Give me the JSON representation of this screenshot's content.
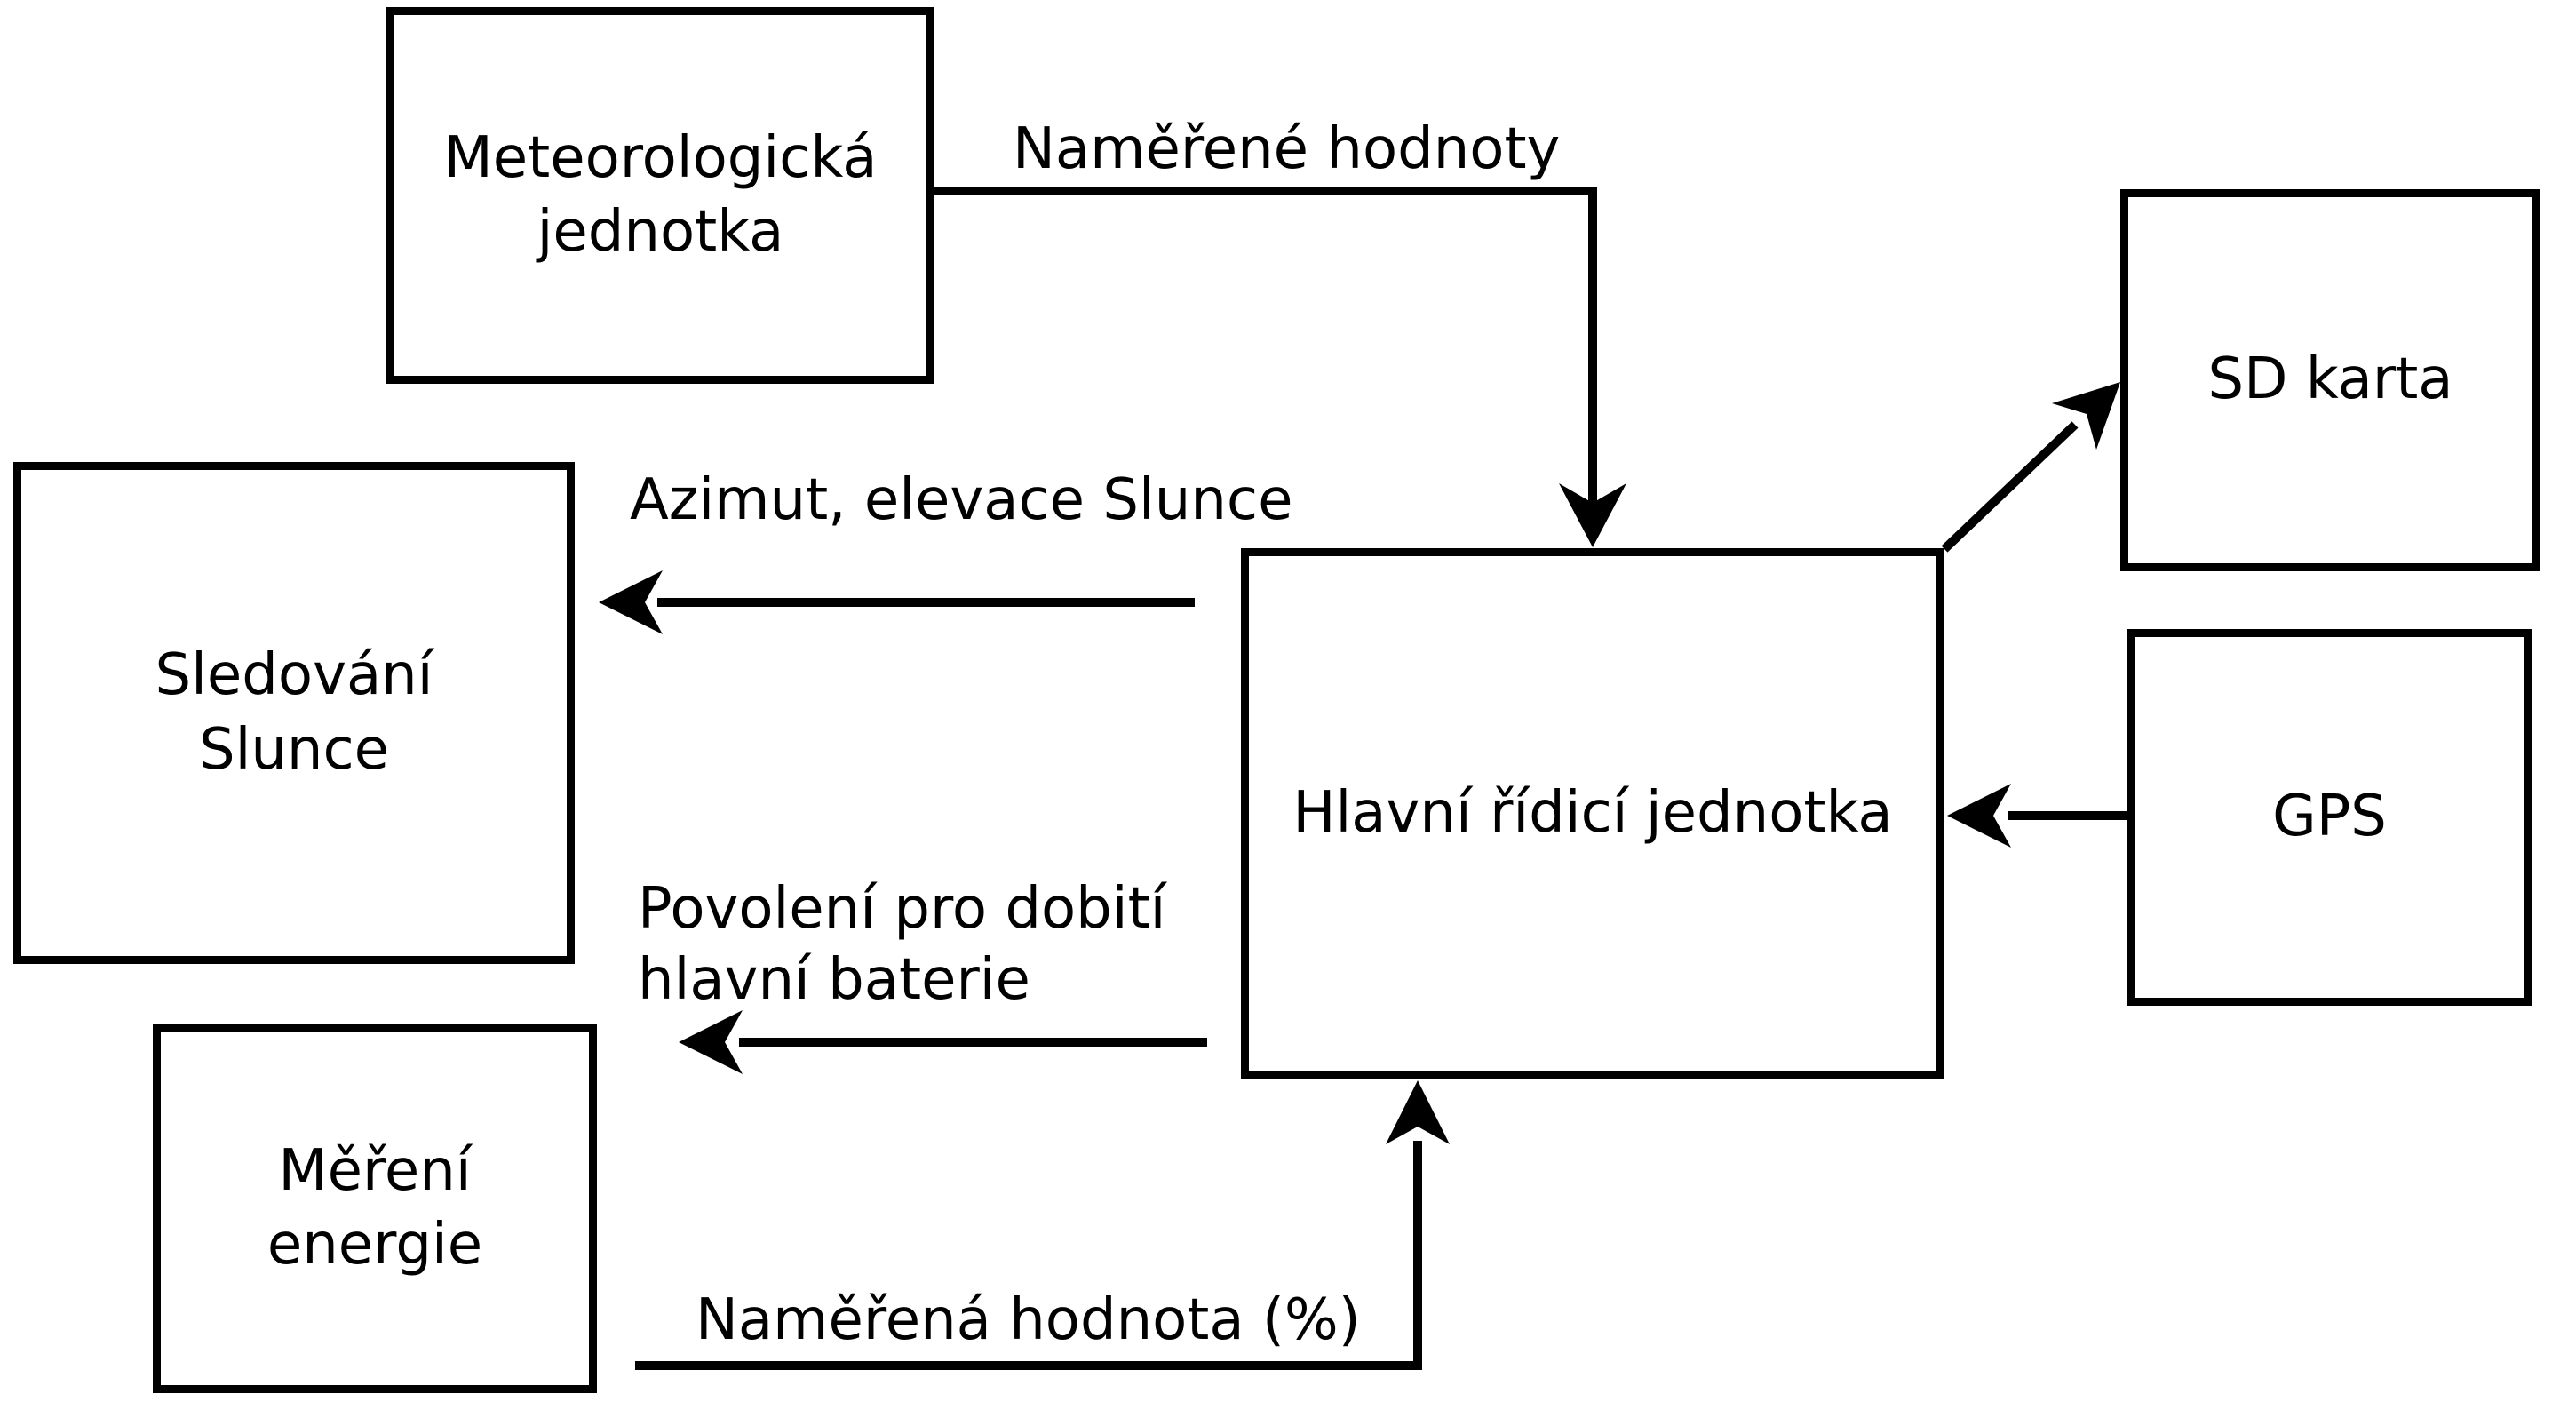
{
  "diagram": {
    "colors": {
      "stroke": "#000000",
      "node_fill": "#ffffff",
      "background": "#ffffff"
    },
    "nodes": {
      "meteo": {
        "lines": [
          "Meteorologická",
          "jednotka"
        ]
      },
      "sun": {
        "lines": [
          "Sledování",
          "Slunce"
        ]
      },
      "energy": {
        "lines": [
          "Měření",
          "energie"
        ]
      },
      "main": {
        "lines": [
          "Hlavní řídicí jednotka"
        ]
      },
      "sd": {
        "lines": [
          "SD karta"
        ]
      },
      "gps": {
        "lines": [
          "GPS"
        ]
      }
    },
    "edges": {
      "measured_values": {
        "label": "Naměřené hodnoty",
        "from": "Meteorologická jednotka",
        "to": "Hlavní řídicí jednotka"
      },
      "azimuth": {
        "label": "Azimut, elevace Slunce",
        "from": "Hlavní řídicí jednotka",
        "to": "Sledování Slunce"
      },
      "charge_permission": {
        "label_lines": [
          "Povolení pro dobití",
          "hlavní baterie"
        ],
        "from": "Hlavní řídicí jednotka",
        "to": "Měření energie"
      },
      "measured_value_pct": {
        "label": "Naměřená hodnota (%)",
        "from": "Měření energie",
        "to": "Hlavní řídicí jednotka"
      },
      "sd_write": {
        "label": "",
        "from": "Hlavní řídicí jednotka",
        "to": "SD karta"
      },
      "gps_data": {
        "label": "",
        "from": "GPS",
        "to": "Hlavní řídicí jednotka"
      }
    }
  }
}
